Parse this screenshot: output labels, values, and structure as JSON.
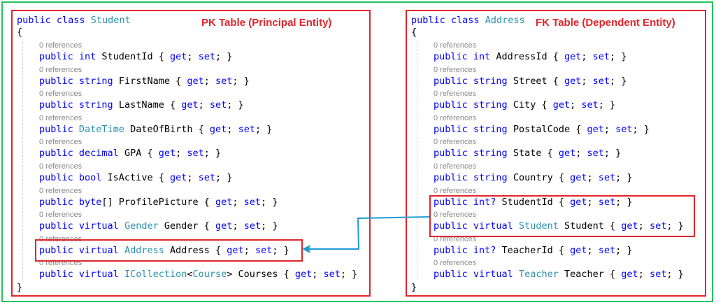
{
  "left": {
    "title": "PK Table (Principal Entity)",
    "decl_kw": "public class",
    "class_name": "Student",
    "open_brace": "{",
    "close_brace": "}",
    "refs_text": "0 references",
    "props": [
      {
        "mods": "public int",
        "type": "",
        "name": "StudentId",
        "acc": "{ get; set; }"
      },
      {
        "mods": "public string",
        "type": "",
        "name": "FirstName",
        "acc": "{ get; set; }"
      },
      {
        "mods": "public string",
        "type": "",
        "name": "LastName",
        "acc": "{ get; set; }"
      },
      {
        "mods": "public",
        "type": "DateTime",
        "name": "DateOfBirth",
        "acc": "{ get; set; }"
      },
      {
        "mods": "public decimal",
        "type": "",
        "name": "GPA",
        "acc": "{ get; set; }"
      },
      {
        "mods": "public bool",
        "type": "",
        "name": "IsActive",
        "acc": "{ get; set; }"
      },
      {
        "mods": "public byte",
        "type": "",
        "name": "[] ProfilePicture",
        "acc": "{ get; set; }"
      },
      {
        "mods": "public virtual",
        "type": "Gender",
        "name": "Gender",
        "acc": "{ get; set; }"
      },
      {
        "mods": "public virtual",
        "type": "Address",
        "name": "Address",
        "acc": "{ get; set; }"
      },
      {
        "mods": "public virtual",
        "type": "ICollection",
        "generic_open": "<",
        "generic_type": "Course",
        "generic_close": ">",
        "name": "Courses",
        "acc": "{ get; set; }"
      }
    ]
  },
  "right": {
    "title": "FK Table (Dependent Entity)",
    "decl_kw": "public class",
    "class_name": "Address",
    "open_brace": "{",
    "close_brace": "}",
    "refs_text": "0 references",
    "props": [
      {
        "mods": "public int",
        "type": "",
        "name": "AddressId",
        "acc": "{ get; set; }"
      },
      {
        "mods": "public string",
        "type": "",
        "name": "Street",
        "acc": "{ get; set; }"
      },
      {
        "mods": "public string",
        "type": "",
        "name": "City",
        "acc": "{ get; set; }"
      },
      {
        "mods": "public string",
        "type": "",
        "name": "PostalCode",
        "acc": "{ get; set; }"
      },
      {
        "mods": "public string",
        "type": "",
        "name": "State",
        "acc": "{ get; set; }"
      },
      {
        "mods": "public string",
        "type": "",
        "name": "Country",
        "acc": "{ get; set; }"
      },
      {
        "mods": "public int?",
        "type": "",
        "name": "StudentId",
        "acc": "{ get; set; }"
      },
      {
        "mods": "public virtual",
        "type": "Student",
        "name": "Student",
        "acc": "{ get; set; }"
      },
      {
        "mods": "public int?",
        "type": "",
        "name": "TeacherId",
        "acc": "{ get; set; }"
      },
      {
        "mods": "public virtual",
        "type": "Teacher",
        "name": "Teacher",
        "acc": "{ get; set; }"
      }
    ]
  },
  "colors": {
    "keyword": "#0000ff",
    "type": "#2b91af",
    "highlight": "#e0262b",
    "arrow": "#1e9bd7",
    "outer": "#22c55e"
  }
}
